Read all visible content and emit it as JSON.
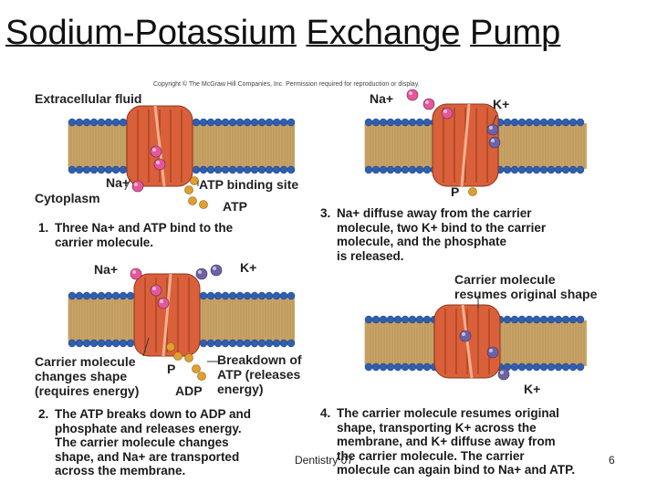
{
  "title": {
    "word1": "Sodium-Potassium",
    "word2": "Exchange",
    "word3": "Pump"
  },
  "copyright": "Copyright © The McGraw Hill Companies, Inc. Permission required for reproduction or display.",
  "labels": {
    "extracellular_fluid": "Extracellular fluid",
    "cytoplasm": "Cytoplasm",
    "na_p1": "Na+",
    "atp_binding_site": "ATP binding site",
    "atp_p1": "ATP",
    "na_p2": "Na+",
    "k_p2": "K+",
    "carrier_changes_shape": [
      "Carrier molecule",
      "changes shape",
      "(requires energy)"
    ],
    "p_p2": "P",
    "adp_p2": "ADP",
    "breakdown_atp": [
      "Breakdown of",
      "ATP (releases",
      "energy)"
    ],
    "na_p3": "Na+",
    "k_p3": "K+",
    "p_p3": "P",
    "resumes_shape": [
      "Carrier molecule",
      "resumes original shape"
    ],
    "k_p4": "K+"
  },
  "captions": {
    "step1": {
      "num": "1.",
      "lines": [
        "Three Na+ and ATP bind to the",
        "carrier molecule."
      ]
    },
    "step2": {
      "num": "2.",
      "lines": [
        "The ATP breaks down to ADP and",
        "phosphate and releases energy.",
        "The carrier molecule changes",
        "shape, and Na+ are transported",
        "across the membrane."
      ]
    },
    "step3": {
      "num": "3.",
      "lines": [
        "Na+ diffuse away from the carrier",
        "molecule, two K+ bind to the carrier",
        "molecule, and the phosphate",
        "is released."
      ]
    },
    "step4": {
      "num": "4.",
      "lines": [
        "The carrier molecule resumes original",
        "shape, transporting K+ across the",
        "membrane, and K+ diffuse away from",
        "the carrier molecule.  The carrier",
        "molecule can again bind to Na+ and ATP."
      ]
    }
  },
  "footer": {
    "dentistry": "Dentistry 07",
    "page": "6"
  },
  "colors": {
    "lipid_head": "#2f5fb0",
    "lipid_tail": "#c9a56a",
    "protein": "#d9603a",
    "sodium": "#e8559a",
    "potassium": "#6b63a8",
    "phosphate": "#e0a030"
  }
}
